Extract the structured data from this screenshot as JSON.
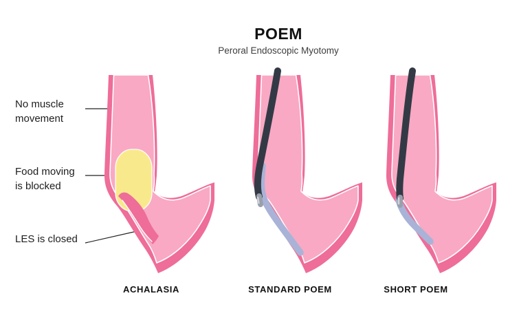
{
  "header": {
    "title": "POEM",
    "subtitle": "Peroral Endoscopic Myotomy"
  },
  "annotations": {
    "no_muscle": {
      "line1": "No muscle",
      "line2": "movement"
    },
    "food_blocked": {
      "line1": "Food moving",
      "line2": "is blocked"
    },
    "les_closed": {
      "line1": "LES is closed"
    }
  },
  "panels": [
    {
      "id": "achalasia",
      "label": "ACHALASIA"
    },
    {
      "id": "standard-poem",
      "label": "STANDARD POEM"
    },
    {
      "id": "short-poem",
      "label": "SHORT POEM"
    }
  ],
  "colors": {
    "wall": "#ee6d99",
    "wall-dark": "#db5c88",
    "lumen": "#f9a9c3",
    "outline": "#ffffff",
    "food": "#f9e98d",
    "tunnel": "#a9b3d7",
    "scope": "#333a46",
    "scope-tip": "#9aa0ab",
    "scope-tip-hi": "#d0d3d9",
    "leader": "#222222",
    "text": "#1d1d1d",
    "background": "#ffffff"
  }
}
